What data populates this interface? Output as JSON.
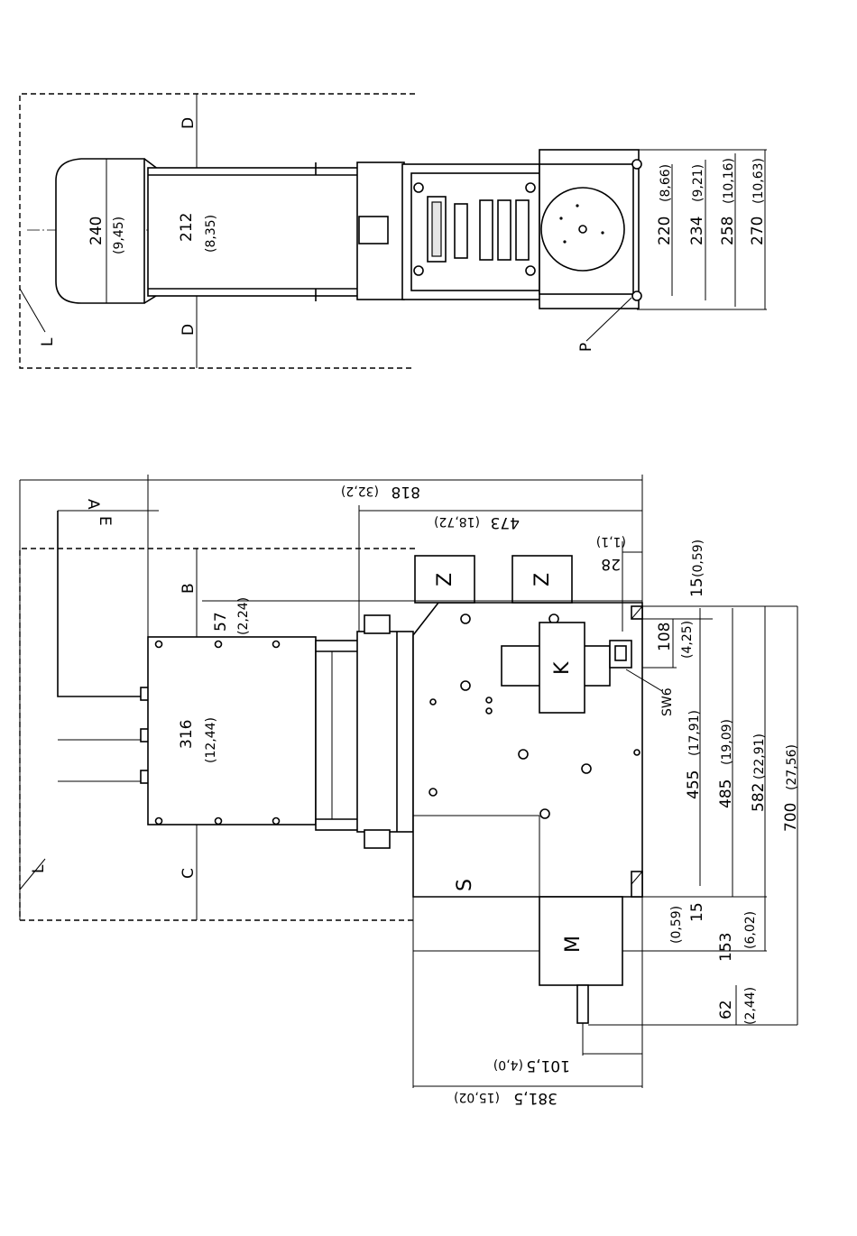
{
  "top_view": {
    "labels": {
      "L": "L",
      "D_top": "D",
      "D_bottom": "D",
      "P": "P"
    },
    "dims": {
      "d240": "240",
      "d240_in": "(9,45)",
      "d212": "212",
      "d212_in": "(8,35)",
      "d220": "220",
      "d220_in": "(8,66)",
      "d234": "234",
      "d234_in": "(9,21)",
      "d258": "258",
      "d258_in": "(10,16)",
      "d270": "270",
      "d270_in": "(10,63)"
    }
  },
  "side_view": {
    "labels": {
      "A": "A",
      "E": "E",
      "B": "B",
      "C": "C",
      "L": "L",
      "Z1": "Z",
      "Z2": "Z",
      "K": "K",
      "S": "S",
      "M": "M",
      "SW6": "SW6"
    },
    "dims": {
      "d818": "818",
      "d818_in": "(32,2)",
      "d473": "473",
      "d473_in": "(18,72)",
      "d28": "28",
      "d28_in": "(1,1)",
      "d15_top": "15",
      "d15_top_in": "(0,59)",
      "d57": "57",
      "d57_in": "(2,24)",
      "d108": "108",
      "d108_in": "(4,25)",
      "d316": "316",
      "d316_in": "(12,44)",
      "d455": "455",
      "d455_in": "(17,91)",
      "d485": "485",
      "d485_in": "(19,09)",
      "d582": "582",
      "d582_in": "(22,91)",
      "d700": "700",
      "d700_in": "(27,56)",
      "d15_bot": "15",
      "d15_bot_in": "(0,59)",
      "d153": "153",
      "d153_in": "(6,02)",
      "d62": "62",
      "d62_in": "(2,44)",
      "d101": "101,5",
      "d101_in": "(4,0)",
      "d381": "381,5",
      "d381_in": "(15,02)"
    }
  }
}
